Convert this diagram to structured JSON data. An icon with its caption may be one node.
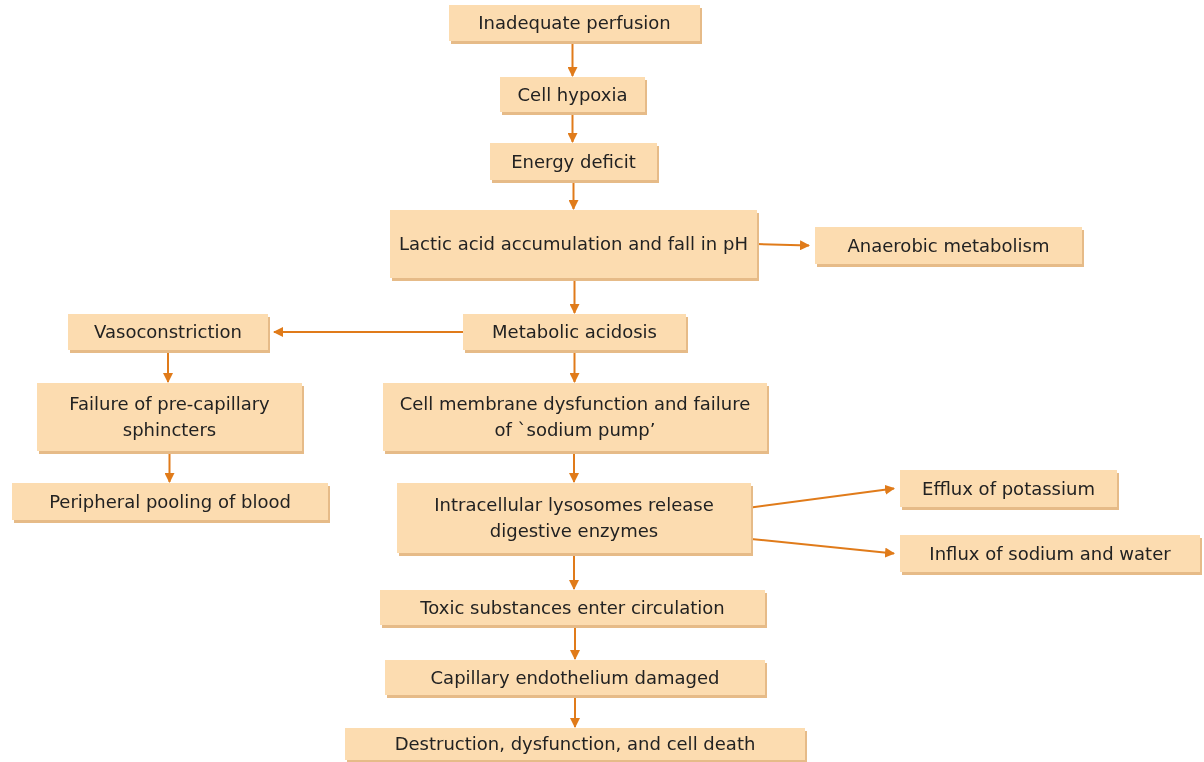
{
  "diagram": {
    "nodes": [
      {
        "text": [
          "Inadequate perfusion"
        ]
      },
      {
        "text": [
          "Cell hypoxia"
        ]
      },
      {
        "text": [
          "Energy deficit"
        ]
      },
      {
        "text": [
          "Lactic acid accumulation and fall in pH"
        ]
      },
      {
        "text": [
          "Anaerobic metabolism"
        ]
      },
      {
        "text": [
          "Metabolic acidosis"
        ]
      },
      {
        "text": [
          "Vasoconstriction"
        ]
      },
      {
        "text": [
          "Failure of pre-capillary sphincters"
        ]
      },
      {
        "text": [
          "Peripheral pooling of blood"
        ]
      },
      {
        "text": [
          "Cell membrane dysfunction and failure of `sodium pump’"
        ]
      },
      {
        "text": [
          "Intracellular lysosomes release digestive enzymes"
        ]
      },
      {
        "text": [
          "Efflux of potassium"
        ]
      },
      {
        "text": [
          "Influx of sodium and water"
        ]
      },
      {
        "text": [
          "Toxic substances enter circulation"
        ]
      },
      {
        "text": [
          "Capillary endothelium damaged"
        ]
      },
      {
        "text": [
          "Destruction, dysfunction, and cell death"
        ]
      }
    ],
    "edges": [
      {
        "from": 0,
        "to": 1,
        "arrow": "to"
      },
      {
        "from": 1,
        "to": 2,
        "arrow": "to"
      },
      {
        "from": 2,
        "to": 3,
        "arrow": "to"
      },
      {
        "from": 3,
        "to": 4,
        "arrow": "to"
      },
      {
        "from": 3,
        "to": 5,
        "arrow": "to"
      },
      {
        "from": 5,
        "to": 6,
        "arrow": "to"
      },
      {
        "from": 6,
        "to": 7,
        "arrow": "to"
      },
      {
        "from": 7,
        "to": 8,
        "arrow": "to"
      },
      {
        "from": 5,
        "to": 9,
        "arrow": "to"
      },
      {
        "from": 9,
        "to": 10,
        "arrow": "to"
      },
      {
        "from": 10,
        "to": 11,
        "arrow": "to"
      },
      {
        "from": 10,
        "to": 12,
        "arrow": "to"
      },
      {
        "from": 10,
        "to": 13,
        "arrow": "to"
      },
      {
        "from": 13,
        "to": 14,
        "arrow": "to"
      },
      {
        "from": 14,
        "to": 15,
        "arrow": "to"
      }
    ]
  }
}
